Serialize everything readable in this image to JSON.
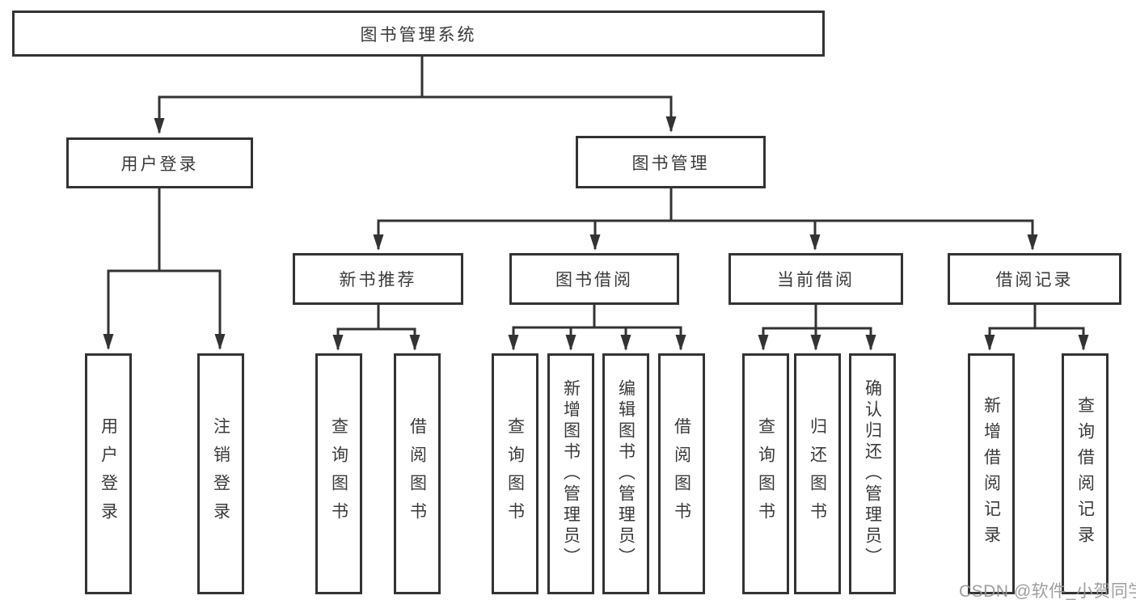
{
  "diagram_title": "图书管理系统",
  "watermark": "CSDN @软件_小贺同学",
  "colors": {
    "line": "#333333",
    "box_border": "#333333",
    "text": "#3a3a3a",
    "watermark": "#969696",
    "background": "#ffffff"
  },
  "tree": {
    "label": "图书管理系统",
    "children": [
      {
        "label": "用户登录",
        "children": [
          {
            "label": "用户登录"
          },
          {
            "label": "注销登录"
          }
        ]
      },
      {
        "label": "图书管理",
        "children": [
          {
            "label": "新书推荐",
            "children": [
              {
                "label": "查询图书"
              },
              {
                "label": "借阅图书"
              }
            ]
          },
          {
            "label": "图书借阅",
            "children": [
              {
                "label": "查询图书"
              },
              {
                "label": "新增图书（管理员）"
              },
              {
                "label": "编辑图书（管理员）"
              },
              {
                "label": "借阅图书"
              }
            ]
          },
          {
            "label": "当前借阅",
            "children": [
              {
                "label": "查询图书"
              },
              {
                "label": "归还图书"
              },
              {
                "label": "确认归还（管理员）"
              }
            ]
          },
          {
            "label": "借阅记录",
            "children": [
              {
                "label": "新增借阅记录"
              },
              {
                "label": "查询借阅记录"
              }
            ]
          }
        ]
      }
    ]
  }
}
